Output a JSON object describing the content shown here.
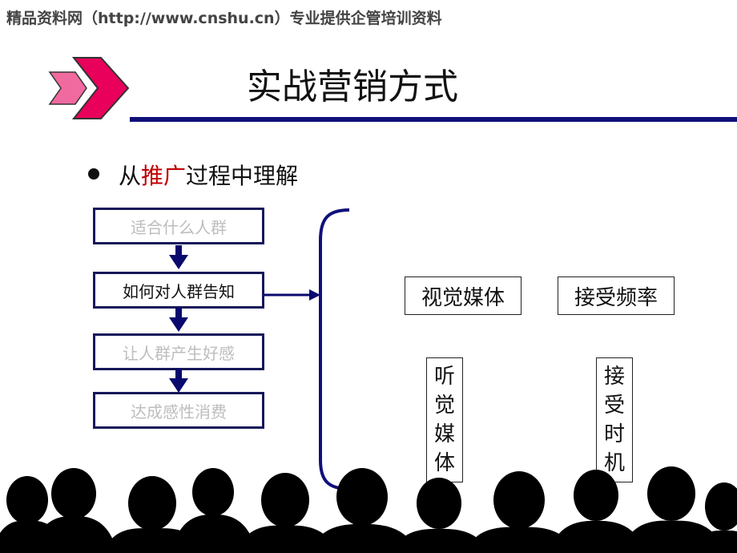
{
  "header_note": "精品资料网（http://www.cnshu.cn）专业提供企管培训资料",
  "slide_title": "实战营销方式",
  "bullet": {
    "before": "从",
    "highlight": "推广",
    "after": "过程中理解"
  },
  "flow_steps": [
    {
      "label": "适合什么人群",
      "state": "faded"
    },
    {
      "label": "如何对人群告知",
      "state": "active"
    },
    {
      "label": "让人群产生好感",
      "state": "faded"
    },
    {
      "label": "达成感性消费",
      "state": "faded"
    }
  ],
  "media_boxes": {
    "visual": "视觉媒体",
    "frequency": "接受频率",
    "audio_chars": [
      "听",
      "觉",
      "媒",
      "体"
    ],
    "timing_chars": [
      "接",
      "受",
      "时",
      "机"
    ]
  },
  "colors": {
    "title_rule": "#10107a",
    "flow_border": "#17175a",
    "arrow": "#0a0a6e",
    "highlight": "#c00000",
    "chevron": "#e8005a",
    "chevron_small": "#f06aa0"
  }
}
